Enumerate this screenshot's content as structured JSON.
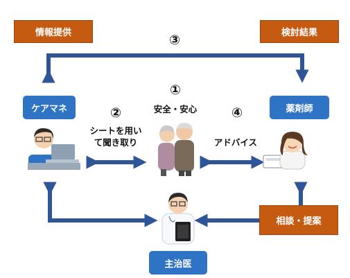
{
  "tags": {
    "info_provision": "情報提供",
    "review_result": "検討結果",
    "consultation_proposal": "相談・提案"
  },
  "roles": {
    "care_manager": "ケアマネ",
    "pharmacist": "薬剤師",
    "primary_doctor": "主治医"
  },
  "steps": [
    {
      "number": "①",
      "label": "安全・安心"
    },
    {
      "number": "②",
      "label_line1": "シートを用い",
      "label_line2": "て聞き取り"
    },
    {
      "number": "③"
    },
    {
      "number": "④",
      "label": "アドバイス"
    }
  ],
  "colors": {
    "tag_orange": "#c55a11",
    "role_blue": "#2f73c4",
    "arrow_blue": "#2e5597"
  },
  "icons": [
    "care-manager-at-laptop-icon",
    "elderly-couple-icon",
    "pharmacist-icon",
    "doctor-with-clipboard-icon"
  ]
}
